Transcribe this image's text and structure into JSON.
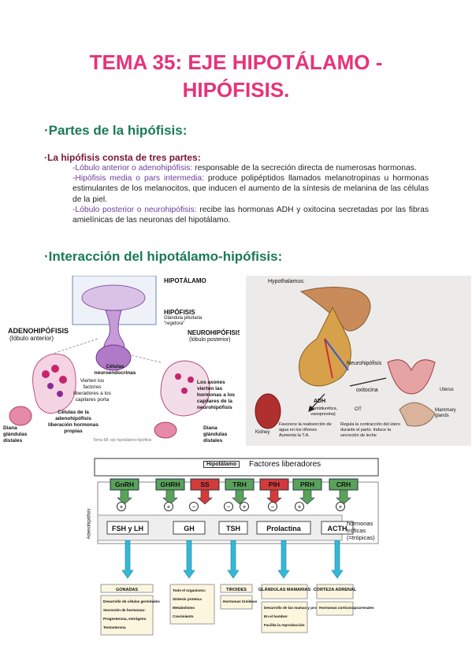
{
  "title_line1": "TEMA 35: EJE HIPOTÁLAMO -",
  "title_line2": "HIPÓFISIS.",
  "section1": "·Partes de la hipófisis:",
  "subheading": "·La hipófisis consta de tres partes:",
  "parts": [
    {
      "term": "-Lóbulo anterior o adenohipófisis:",
      "desc": " responsable de la secreción directa de numerosas hormonas."
    },
    {
      "term": "-Hipófisis media o pars intermedia:",
      "desc": " produce polipéptidos llamados melanotropinas u hormonas estimulantes de los melanocitos, que inducen el aumento de la síntesis de melanina de las células de la piel."
    },
    {
      "term": "-Lóbulo posterior o neurohipófisis:",
      "desc": " recibe las hormonas ADH y oxitocina secretadas por las fibras amielínicas de las neuronas del hipotálamo."
    }
  ],
  "section2": "·Interacción del hipotálamo-hipófisis:",
  "fig1": {
    "hipotalamo": "HIPOTÁLAMO",
    "hipofisis": "HIPÓFISIS",
    "glandula": "Glándula pituitaria",
    "regidora": "\"regidora\"",
    "adeno": "ADENOHIPÓFISIS",
    "adeno_sub": "(lóbulo anterior)",
    "neuro": "NEUROHIPÓFISIS",
    "neuro_sub": "(lóbulo posterior)",
    "celulas_neuro": "Células neuroendocrinas",
    "vierten": "Vierten los factores liberadores a los capilares porta",
    "celulas_adeno": "Células de la adenohipófisis liberación hormonas propias",
    "axones": "Los axones vierten las hormonas a los capilares de la neurohipófisis",
    "diana1": "Diana glándulas distales",
    "diana2": "Diana glándulas distales",
    "caption": "Tema 68: eje hipotálamo-hipófisis"
  },
  "fig2": {
    "hypothalamus": "Hypothalamus:",
    "neurohipofisis": "Neurohipófisis",
    "oxitocina": "oxitocina",
    "adh": "ADH",
    "adh_sub": "(=antidiurética, vasopresina)",
    "ot": "OT",
    "uterus": "Uterus",
    "mammary": "Mammary glands",
    "kidney": "Kidney",
    "favorece": "Favorece la reabsorción de agua en los riñones Aumenta la T.A.",
    "regula": "Regula la contracción del útero durante el parto. Induce la secreción de leche"
  },
  "fig3": {
    "hipotalamo": "Hipotálamo",
    "factores": "Factores liberadores",
    "releasers": [
      "GnRH",
      "GHRH",
      "SS",
      "TRH",
      "PIH",
      "PRH",
      "CRH"
    ],
    "signs": [
      "+",
      "+",
      "−",
      "−",
      "+",
      "−",
      "+",
      "+"
    ],
    "adenohipofisis": "Adenohipófisis",
    "tropic": [
      "FSH y LH",
      "GH",
      "TSH",
      "Prolactina",
      "ACTH"
    ],
    "hormonas_label": "hormonas tróficas (=trópicas)",
    "targets": [
      {
        "title": "GONADAS",
        "lines": [
          "Desarrollo de células germinales",
          "Secreción de hormonas:",
          "Progesterona, estrógeno",
          "Testosterona"
        ]
      },
      {
        "title": "",
        "lines": [
          "Todo el organismo:",
          "Síntesis proteica",
          "Metabolismo",
          "Crecimiento"
        ]
      },
      {
        "title": "TIROIDES",
        "lines": [
          "Hormonas tiroideas"
        ]
      },
      {
        "title": "GLÁNDULAS MAMARIAS",
        "lines": [
          "Desarrollo de las mamas y producción de leche.",
          "En el hombre:",
          "Facilita la reproducción"
        ]
      },
      {
        "title": "CORTEZA ADRENAL",
        "lines": [
          "Hormonas corticosuprarrenales"
        ]
      }
    ]
  },
  "colors": {
    "title": "#e8327a",
    "section": "#1a7a55",
    "subheading": "#7a1530",
    "term": "#6a3c9a",
    "green_box": "#5aa25a",
    "red_box": "#d33a3a",
    "arrow_cyan": "#35b8d6"
  }
}
